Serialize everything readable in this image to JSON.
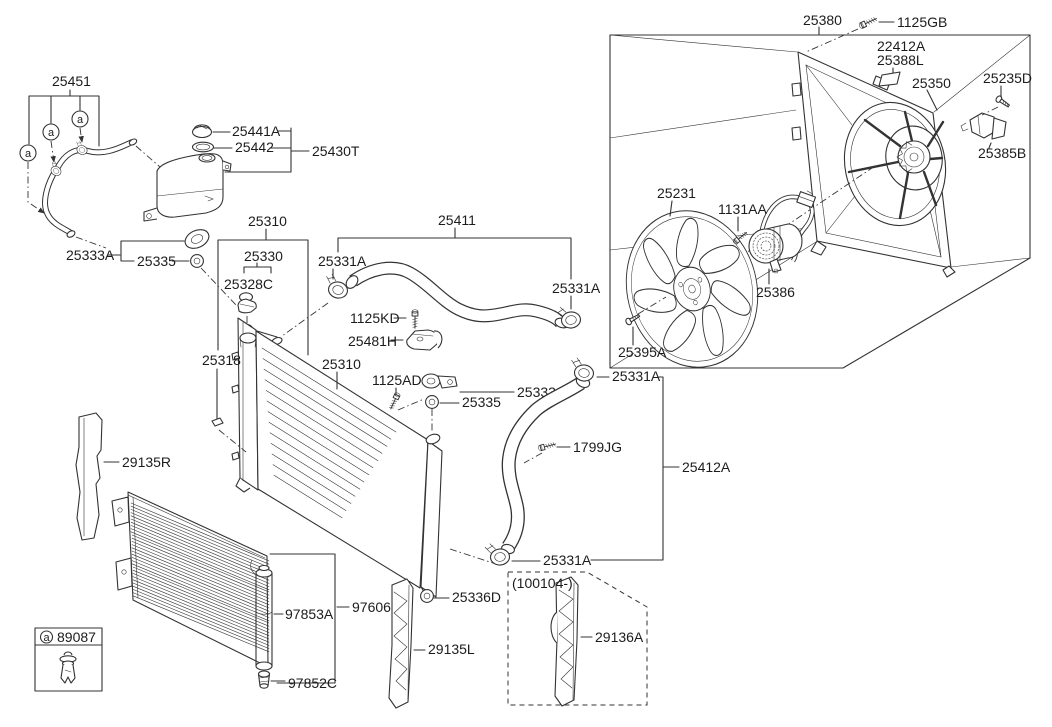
{
  "figure": {
    "type": "exploded-parts-diagram",
    "subject": "Engine cooling: radiator, hoses, reservoir, condenser and cooling fan assembly"
  },
  "colors": {
    "background": "#ffffff",
    "line": "#333333",
    "text": "#1c1c1c"
  },
  "labels": {
    "p25451": "25451",
    "marker_a": "a",
    "p25441A": "25441A",
    "p25442": "25442",
    "p25430T": "25430T",
    "p25333A": "25333A",
    "p25335": "25335",
    "p25310": "25310",
    "p25330": "25330",
    "p25328C": "25328C",
    "p25318": "25318",
    "p25331A": "25331A",
    "p25411": "25411",
    "p1125KD": "1125KD",
    "p25481H": "25481H",
    "p1125AD": "1125AD",
    "p25333": "25333",
    "p1799JG": "1799JG",
    "p25412A": "25412A",
    "p25336D": "25336D",
    "p29135R": "29135R",
    "p97853A": "97853A",
    "p97606": "97606",
    "p97852C": "97852C",
    "p29135L": "29135L",
    "p100104": "(100104-)",
    "p29136A": "29136A",
    "p89087": "89087",
    "p25380": "25380",
    "p1125GB": "1125GB",
    "p22412A": "22412A",
    "p25388L": "25388L",
    "p25350": "25350",
    "p25235D": "25235D",
    "p25385B": "25385B",
    "p25231": "25231",
    "p1131AA": "1131AA",
    "p25386": "25386",
    "p25395A": "25395A"
  }
}
